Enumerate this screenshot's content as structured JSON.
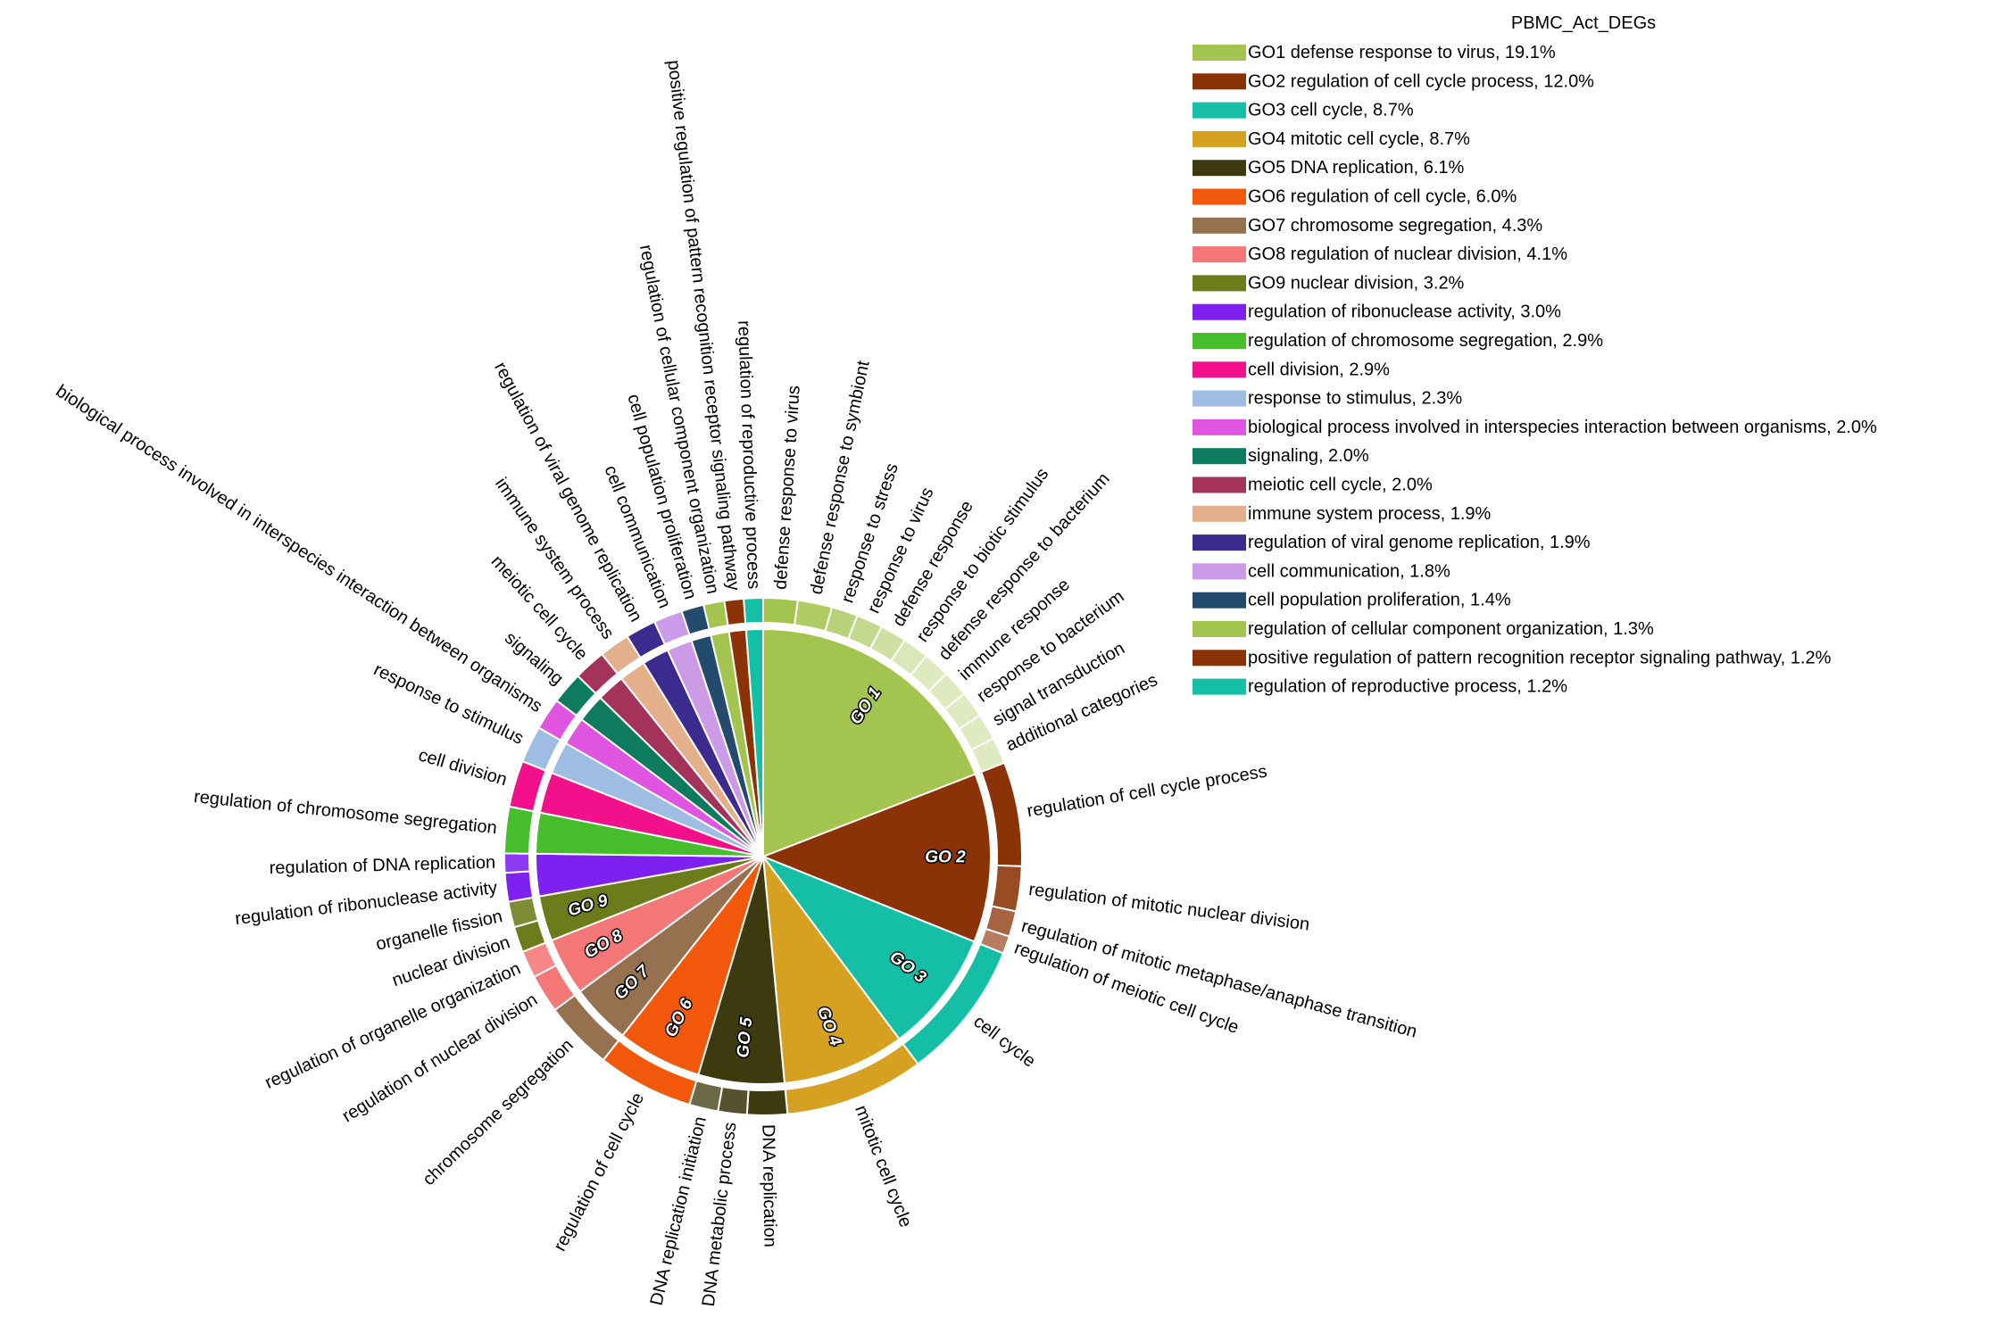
{
  "chart_data": {
    "type": "pie",
    "title": "",
    "legend_position": "top-right",
    "legend_title": "PBMC_Act_DEGs",
    "slices": [
      {
        "name": "GO1 defense response to virus, 19.1%",
        "short": "GO 1",
        "value": 19.1,
        "color": "#a3c44f",
        "sub": [
          {
            "label": "defense response to virus",
            "value": 1.3
          },
          {
            "label": "defense response to symbiont",
            "value": 1.3
          },
          {
            "label": "response to stress",
            "value": 1.0
          },
          {
            "label": "response to virus",
            "value": 1.0
          },
          {
            "label": "defense response",
            "value": 1.0
          },
          {
            "label": "response to biotic stimulus",
            "value": 1.0
          },
          {
            "label": "defense response to bacterium",
            "value": 1.0
          },
          {
            "label": "immune response",
            "value": 1.0
          },
          {
            "label": "response to bacterium",
            "value": 1.0
          },
          {
            "label": "signal transduction",
            "value": 1.0
          },
          {
            "label": "additional categories",
            "value": 1.0
          }
        ]
      },
      {
        "name": "GO2 regulation of cell cycle process, 12.0%",
        "short": "GO 2",
        "value": 12.0,
        "color": "#8b3306",
        "sub": [
          {
            "label": "regulation of cell cycle process",
            "value": 6.5
          },
          {
            "label": "regulation of mitotic nuclear division",
            "value": 2.8
          },
          {
            "label": "regulation of mitotic metaphase/anaphase transition",
            "value": 1.6
          },
          {
            "label": "regulation of meiotic cell cycle",
            "value": 1.1
          }
        ]
      },
      {
        "name": "GO3 cell cycle, 8.7%",
        "short": "GO 3",
        "value": 8.7,
        "color": "#14bfa6",
        "sub": [
          {
            "label": "cell cycle",
            "value": 8.7
          }
        ]
      },
      {
        "name": "GO4 mitotic cell cycle, 8.7%",
        "short": "GO 4",
        "value": 8.7,
        "color": "#d6a120",
        "sub": [
          {
            "label": "mitotic cell cycle",
            "value": 8.7
          }
        ]
      },
      {
        "name": "GO5 DNA replication, 6.1%",
        "short": "GO 5",
        "value": 6.1,
        "color": "#3e3a10",
        "sub": [
          {
            "label": "DNA replication",
            "value": 2.5
          },
          {
            "label": "DNA metabolic process",
            "value": 1.8
          },
          {
            "label": "DNA replication initiation",
            "value": 1.8
          }
        ]
      },
      {
        "name": "GO6 regulation of cell cycle, 6.0%",
        "short": "GO 6",
        "value": 6.0,
        "color": "#f2580b",
        "sub": [
          {
            "label": "regulation of cell cycle",
            "value": 6.0
          }
        ]
      },
      {
        "name": "GO7 chromosome segregation, 4.3%",
        "short": "GO 7",
        "value": 4.3,
        "color": "#957150",
        "sub": [
          {
            "label": "chromosome segregation",
            "value": 4.3
          }
        ]
      },
      {
        "name": "GO8 regulation of nuclear division, 4.1%",
        "short": "GO 8",
        "value": 4.1,
        "color": "#f47777",
        "sub": [
          {
            "label": "regulation of nuclear division",
            "value": 2.4
          },
          {
            "label": "regulation of organelle organization",
            "value": 1.7
          }
        ]
      },
      {
        "name": "GO9 nuclear division, 3.2%",
        "short": "GO 9",
        "value": 3.2,
        "color": "#6b7d1a",
        "sub": [
          {
            "label": "nuclear division",
            "value": 1.6
          },
          {
            "label": "organelle fission",
            "value": 1.6
          }
        ]
      },
      {
        "name": "regulation of ribonuclease activity, 3.0%",
        "short": "",
        "value": 3.0,
        "color": "#7d20f0",
        "sub": [
          {
            "label": "regulation of ribonuclease activity",
            "value": 1.8
          },
          {
            "label": "regulation of DNA replication",
            "value": 1.2
          }
        ]
      },
      {
        "name": "regulation of chromosome segregation, 2.9%",
        "short": "",
        "value": 2.9,
        "color": "#46bd2b",
        "sub": [
          {
            "label": "regulation of chromosome segregation",
            "value": 2.9
          }
        ]
      },
      {
        "name": "cell division, 2.9%",
        "short": "",
        "value": 2.9,
        "color": "#f2118a",
        "sub": [
          {
            "label": "cell division",
            "value": 2.9
          }
        ]
      },
      {
        "name": "response to stimulus, 2.3%",
        "short": "",
        "value": 2.3,
        "color": "#9fbce3",
        "sub": [
          {
            "label": "response to stimulus",
            "value": 2.3
          }
        ]
      },
      {
        "name": "biological process involved in interspecies interaction between organisms, 2.0%",
        "short": "",
        "value": 2.0,
        "color": "#e055e0",
        "sub": [
          {
            "label": "biological process involved in interspecies interaction between organisms",
            "value": 2.0
          }
        ]
      },
      {
        "name": "signaling, 2.0%",
        "short": "",
        "value": 2.0,
        "color": "#0e7a5e",
        "sub": [
          {
            "label": "signaling",
            "value": 2.0
          }
        ]
      },
      {
        "name": "meiotic cell cycle, 2.0%",
        "short": "",
        "value": 2.0,
        "color": "#a3335a",
        "sub": [
          {
            "label": "meiotic cell cycle",
            "value": 2.0
          }
        ]
      },
      {
        "name": "immune system process, 1.9%",
        "short": "",
        "value": 1.9,
        "color": "#e4b08b",
        "sub": [
          {
            "label": "immune system process",
            "value": 1.9
          }
        ]
      },
      {
        "name": "regulation of viral genome replication, 1.9%",
        "short": "",
        "value": 1.9,
        "color": "#3c2a8f",
        "sub": [
          {
            "label": "regulation of viral genome replication",
            "value": 1.9
          }
        ]
      },
      {
        "name": "cell communication, 1.8%",
        "short": "",
        "value": 1.8,
        "color": "#cc9be8",
        "sub": [
          {
            "label": "cell communication",
            "value": 1.8
          }
        ]
      },
      {
        "name": "cell population proliferation, 1.4%",
        "short": "",
        "value": 1.4,
        "color": "#234b6b",
        "sub": [
          {
            "label": "cell population proliferation",
            "value": 1.4
          }
        ]
      },
      {
        "name": "regulation of cellular component organization, 1.3%",
        "short": "",
        "value": 1.3,
        "color": "#a3c44f",
        "sub": [
          {
            "label": "regulation of cellular component organization",
            "value": 1.3
          }
        ]
      },
      {
        "name": "positive regulation of pattern recognition receptor signaling pathway, 1.2%",
        "short": "",
        "value": 1.2,
        "color": "#8b3306",
        "sub": [
          {
            "label": "positive regulation of pattern recognition receptor signaling pathway",
            "value": 1.2
          }
        ]
      },
      {
        "name": "regulation of reproductive process, 1.2%",
        "short": "",
        "value": 1.2,
        "color": "#14bfa6",
        "sub": [
          {
            "label": "regulation of reproductive process",
            "value": 1.2
          }
        ]
      }
    ]
  }
}
